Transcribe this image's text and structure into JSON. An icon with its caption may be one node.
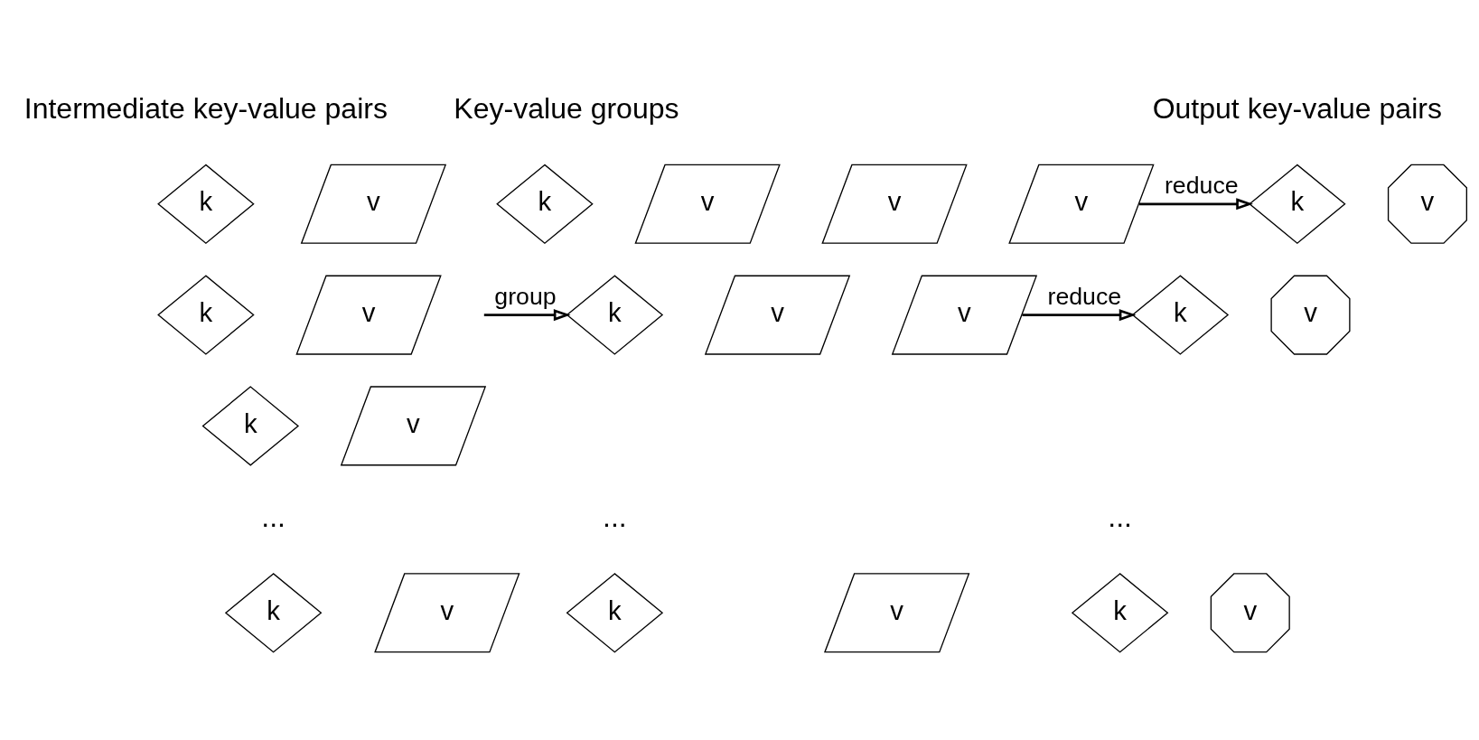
{
  "diagram": {
    "nodes": [
      {
        "text": [
          "k"
        ]
      },
      {
        "text": [
          "v"
        ]
      },
      {
        "text": [
          "k"
        ]
      },
      {
        "text": [
          "v"
        ]
      },
      {
        "text": [
          "k"
        ]
      },
      {
        "text": [
          "v"
        ]
      },
      {
        "text": [
          "k"
        ]
      },
      {
        "text": [
          "v"
        ]
      },
      {
        "text": [
          "k"
        ]
      },
      {
        "text": [
          "v"
        ]
      },
      {
        "text": [
          "v"
        ]
      },
      {
        "text": [
          "v"
        ]
      },
      {
        "text": [
          "k"
        ]
      },
      {
        "text": [
          "v"
        ]
      },
      {
        "text": [
          "v"
        ]
      },
      {
        "text": [
          "k"
        ]
      },
      {
        "text": [
          "v"
        ]
      },
      {
        "text": [
          "k"
        ]
      },
      {
        "text": [
          "v"
        ]
      },
      {
        "text": [
          "k"
        ]
      },
      {
        "text": [
          "v"
        ]
      },
      {
        "text": [
          "k"
        ]
      },
      {
        "text": [
          "v"
        ]
      }
    ],
    "edges": [
      {
        "from": null,
        "to": 12,
        "arrow": "to",
        "label": "group"
      },
      {
        "from": 11,
        "to": 17,
        "arrow": "to",
        "label": "reduce"
      },
      {
        "from": 14,
        "to": 19,
        "arrow": "to",
        "label": "reduce"
      }
    ],
    "labels": [
      "Intermediate key-value pairs",
      "Key-value groups",
      "Output key-value pairs",
      "...",
      "...",
      "..."
    ]
  }
}
